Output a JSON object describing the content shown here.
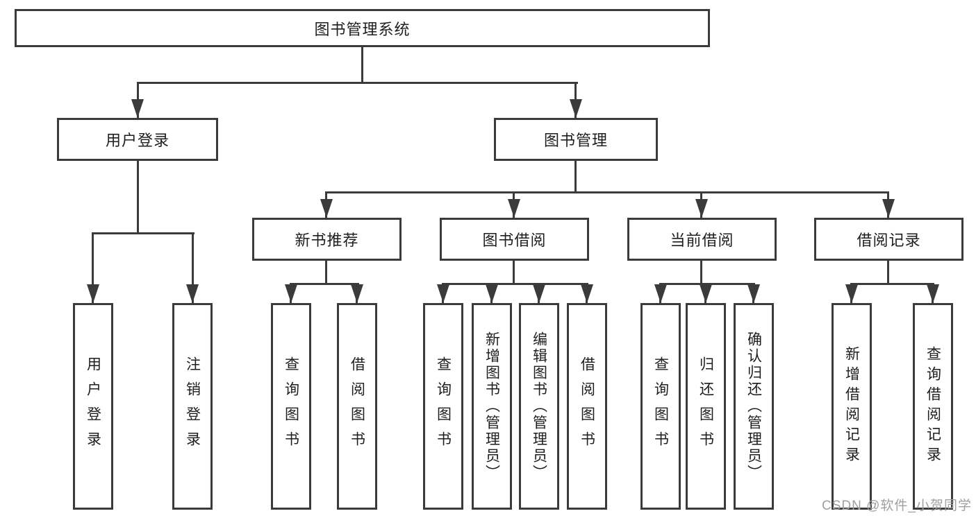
{
  "diagram_type": "hierarchy-tree",
  "title": "图书管理系统",
  "watermark": "CSDN @软件_小贺同学",
  "colors": {
    "line": "#3b3b3b",
    "border": "#3b3b3b",
    "text": "#1e1e1e",
    "watermark": "#9f9f9f",
    "background": "#ffffff"
  },
  "nodes": {
    "root": {
      "label": "图书管理系统"
    },
    "user_login": {
      "label": "用户登录"
    },
    "book_mgmt": {
      "label": "图书管理"
    },
    "new_book_rec": {
      "label": "新书推荐"
    },
    "book_borrow": {
      "label": "图书借阅"
    },
    "current_borrow": {
      "label": "当前借阅"
    },
    "borrow_records": {
      "label": "借阅记录"
    },
    "leaf_user_login": {
      "label": "用户登录"
    },
    "leaf_logout": {
      "label": "注销登录"
    },
    "leaf_query_book_1": {
      "label": "查询图书"
    },
    "leaf_borrow_book_1": {
      "label": "借阅图书"
    },
    "leaf_query_book_2": {
      "label": "查询图书"
    },
    "leaf_add_book": {
      "label": "新增图书（管理员）"
    },
    "leaf_edit_book": {
      "label": "编辑图书（管理员）"
    },
    "leaf_borrow_book_2": {
      "label": "借阅图书"
    },
    "leaf_query_book_3": {
      "label": "查询图书"
    },
    "leaf_return_book": {
      "label": "归还图书"
    },
    "leaf_confirm_return": {
      "label": "确认归还（管理员）"
    },
    "leaf_add_record": {
      "label": "新增借阅记录"
    },
    "leaf_query_record": {
      "label": "查询借阅记录"
    }
  },
  "hierarchy": {
    "图书管理系统": {
      "用户登录": [
        "用户登录",
        "注销登录"
      ],
      "图书管理": {
        "新书推荐": [
          "查询图书",
          "借阅图书"
        ],
        "图书借阅": [
          "查询图书",
          "新增图书（管理员）",
          "编辑图书（管理员）",
          "借阅图书"
        ],
        "当前借阅": [
          "查询图书",
          "归还图书",
          "确认归还（管理员）"
        ],
        "借阅记录": [
          "新增借阅记录",
          "查询借阅记录"
        ]
      }
    }
  }
}
